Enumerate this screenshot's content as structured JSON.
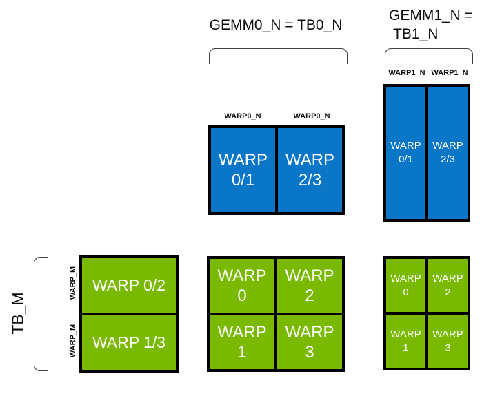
{
  "colors": {
    "tile_blue": "#0a76c8",
    "tile_green": "#79b900",
    "tile_border": "#000000",
    "bracket_line": "#3f3f3f",
    "label_text": "#0d0d0d",
    "tile_text": "#ffffff",
    "background": "#ffffff"
  },
  "headers": {
    "gemm0": "GEMM0_N = TB0_N",
    "gemm1_line1": "GEMM1_N =",
    "gemm1_line2": "TB1_N"
  },
  "axis_labels": {
    "tb_m": "TB_M",
    "warp_m": [
      "WARP_M",
      "WARP_M"
    ],
    "warp0_n": [
      "WARP0_N",
      "WARP0_N"
    ],
    "warp1_n": [
      "WARP1_N",
      "WARP1_N"
    ]
  },
  "blue_tiles": {
    "gemm0": [
      {
        "line1": "WARP",
        "line2": "0/1"
      },
      {
        "line1": "WARP",
        "line2": "2/3"
      }
    ],
    "gemm1": [
      {
        "line1": "WARP",
        "line2": "0/1"
      },
      {
        "line1": "WARP",
        "line2": "2/3"
      }
    ]
  },
  "green_tiles": {
    "left": [
      "WARP 0/2",
      "WARP 1/3"
    ],
    "gemm0": [
      {
        "line1": "WARP",
        "line2": "0"
      },
      {
        "line1": "WARP",
        "line2": "2"
      },
      {
        "line1": "WARP",
        "line2": "1"
      },
      {
        "line1": "WARP",
        "line2": "3"
      }
    ],
    "gemm1": [
      {
        "line1": "WARP",
        "line2": "0"
      },
      {
        "line1": "WARP",
        "line2": "2"
      },
      {
        "line1": "WARP",
        "line2": "1"
      },
      {
        "line1": "WARP",
        "line2": "3"
      }
    ]
  }
}
